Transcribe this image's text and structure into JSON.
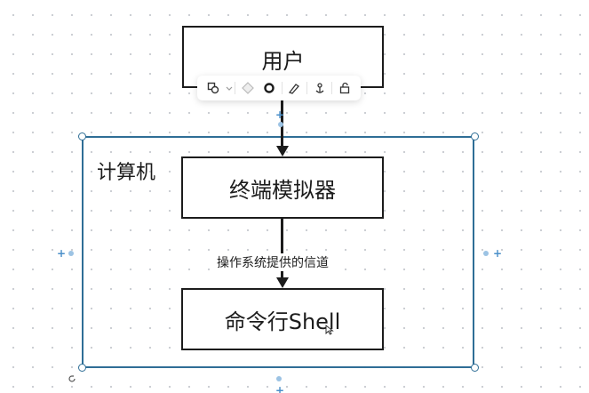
{
  "diagram": {
    "user_node": {
      "label": "用户"
    },
    "group": {
      "label": "计算机"
    },
    "terminal_node": {
      "label": "终端模拟器"
    },
    "edge_label": "操作系统提供的信道",
    "shell_node": {
      "label": "命令行Shell"
    }
  },
  "toolbar": {
    "buttons": [
      "shape-icon",
      "fill-icon",
      "stroke-icon",
      "style-icon",
      "anchor-icon",
      "lock-icon"
    ]
  },
  "colors": {
    "stroke": "#1c1c1c",
    "selection": "#2f6e96",
    "accent": "#4a8fc9"
  }
}
